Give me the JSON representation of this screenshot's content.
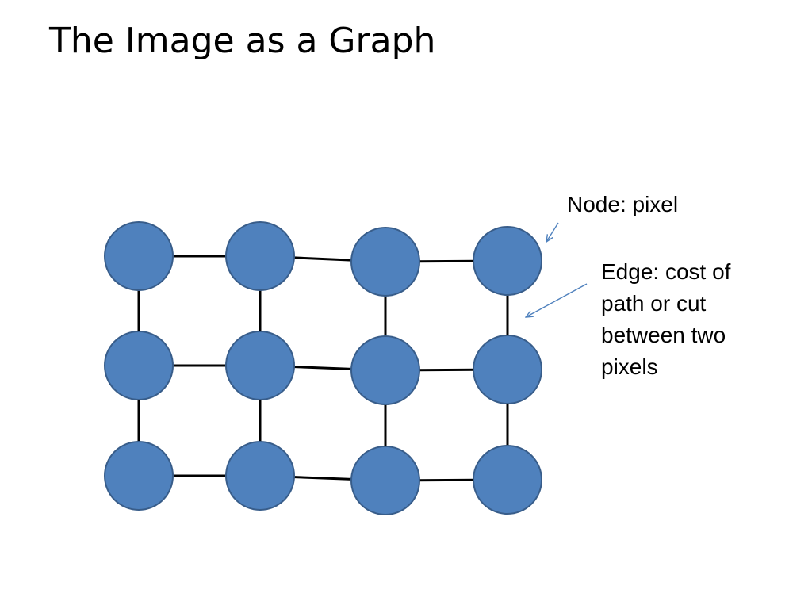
{
  "slide": {
    "title": "The Image as a Graph"
  },
  "annotations": {
    "node_label": "Node: pixel",
    "edge_label": "Edge: cost of path or cut between two pixels"
  },
  "graph": {
    "rows": 3,
    "cols": 4,
    "node_color": "#4f81bd",
    "node_border_color": "#385d8a",
    "edge_color": "#000000",
    "arrow_color": "#4f81bd"
  }
}
